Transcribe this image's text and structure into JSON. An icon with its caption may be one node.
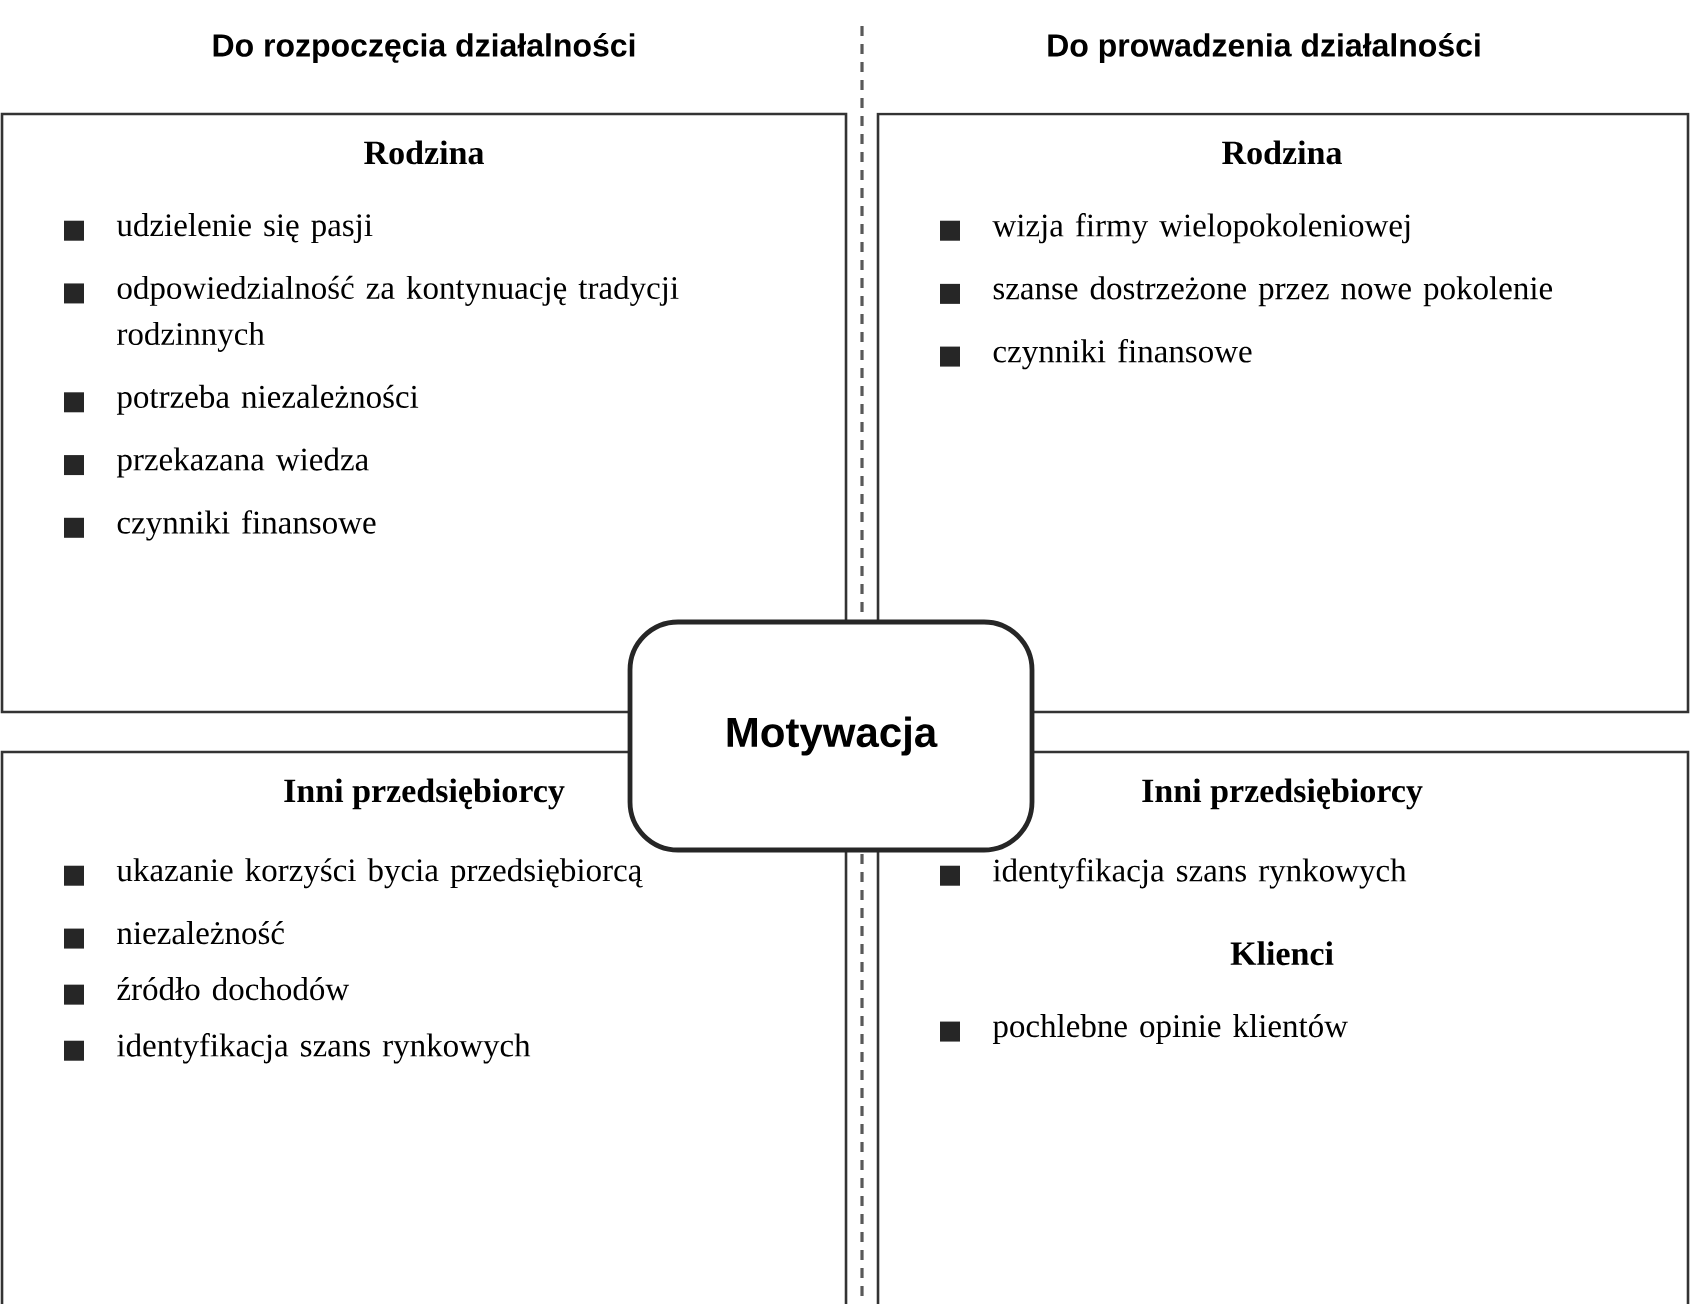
{
  "diagram": {
    "nodes": [
      {
        "text": [
          "Rodzina",
          "udzielenie się pasji",
          "odpowiedzialność za kontynuację tradycji rodzinnych",
          "potrzeba niezależności",
          "przekazana wiedza",
          "czynniki finansowe"
        ]
      },
      {
        "text": [
          "Rodzina",
          "wizja firmy wielopokoleniowej",
          "szanse dostrzeżone przez nowe pokolenie",
          "czynniki finansowe"
        ]
      },
      {
        "text": [
          "Inni przedsiębiorcy",
          "ukazanie korzyści bycia przedsiębiorcą",
          "niezależność",
          "źródło dochodów",
          "identyfikacja szans rynkowych"
        ]
      },
      {
        "text": [
          "Inni przedsiębiorcy",
          "identyfikacja szans rynkowych",
          "Klienci",
          "pochlebne opinie klientów"
        ]
      },
      {
        "text": [
          "Motywacja"
        ]
      }
    ],
    "labels": [
      "Do rozpoczęcia działalności",
      "Do prowadzenia działalności"
    ]
  }
}
